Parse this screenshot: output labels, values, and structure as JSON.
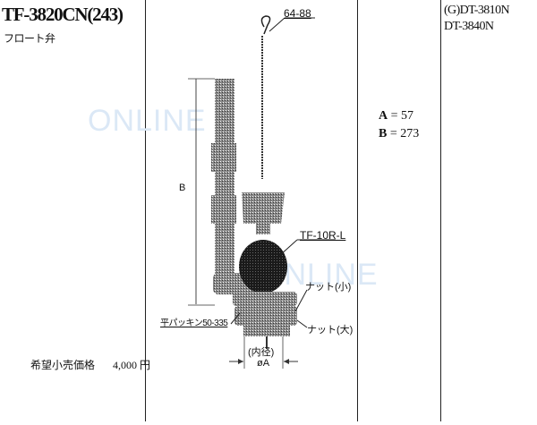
{
  "header": {
    "model": "TF-3820CN(243)",
    "product_type": "フロート弁"
  },
  "price": {
    "label": "希望小売価格",
    "value": "4,000 円"
  },
  "dimensions": {
    "a_label": "A",
    "a_value": "= 57",
    "b_label": "B",
    "b_value": "= 273"
  },
  "compatible_models": [
    "(G)DT-3810N",
    "DT-3840N"
  ],
  "diagram": {
    "chain_label": "64-88",
    "float_label": "TF-10R-L",
    "nut_small": "ナット(小)",
    "nut_large": "ナット(大)",
    "gasket_label": "平パッキン50-335",
    "height_dim": "B",
    "inner_diameter_label": "(内径)",
    "diameter_dim": "øA"
  },
  "watermarks": [
    "ONLINE",
    "ONLINE"
  ],
  "colors": {
    "watermark": "#dbe8f6",
    "line": "#222222"
  }
}
